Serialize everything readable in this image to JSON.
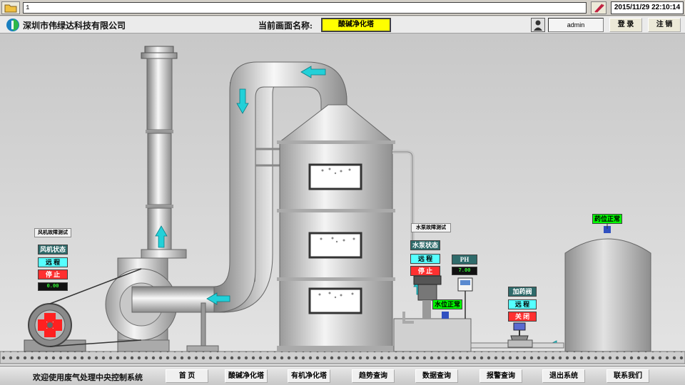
{
  "topbar": {
    "address_value": "1",
    "datetime": "2015/11/29 22:10:14"
  },
  "header": {
    "company": "深圳市伟绿达科技有限公司",
    "screen_label": "当前画面名称:",
    "screen_name": "酸碱净化塔",
    "username": "admin",
    "login_label": "登 录",
    "logout_label": "注 销"
  },
  "fan": {
    "title": "风机故障测试",
    "status_label": "风机状态",
    "mode": "远 程",
    "state": "停 止",
    "reading": "0.00"
  },
  "pump": {
    "title": "水泵故障测试",
    "status_label": "水泵状态",
    "mode": "远 程",
    "state": "停 止",
    "water_level": "水位正常"
  },
  "ph": {
    "label": "PH",
    "reading": "7.00"
  },
  "dosing": {
    "title": "加药阀",
    "mode": "远 程",
    "state": "关 闭"
  },
  "tank": {
    "level": "药位正常"
  },
  "footer": {
    "welcome": "欢迎使用废气处理中央控制系统",
    "nav": [
      "首 页",
      "酸碱净化塔",
      "有机净化塔",
      "趋势查询",
      "数据查询",
      "报警查询",
      "退出系统",
      "联系我们"
    ]
  },
  "colors": {
    "steel_light": "#f2f2f2",
    "steel_dark": "#8a8a8a",
    "flow_arrow": "#22d0d8",
    "status_cyan": "#55ffff",
    "status_red": "#ff3030",
    "status_green": "#00ff00",
    "title_yellow": "#ffff00"
  }
}
